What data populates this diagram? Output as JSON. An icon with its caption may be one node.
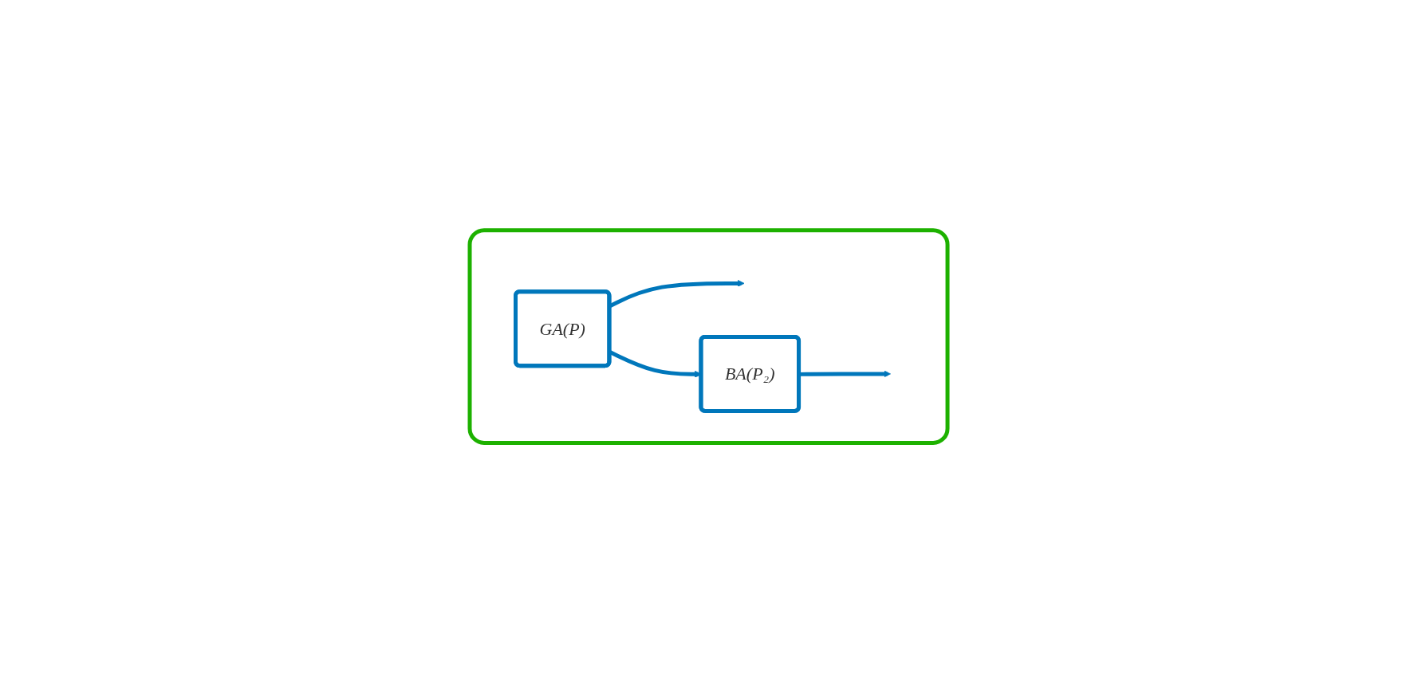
{
  "diagram": {
    "nodes": [
      {
        "text": [],
        "shape": "box"
      },
      {
        "text": [
          "GA(P)"
        ],
        "in": 0
      },
      {
        "text": [
          "BA(P₂)"
        ],
        "in": 0
      }
    ],
    "edges": [
      {
        "from": 1,
        "to": null,
        "arrow": "to"
      },
      {
        "from": 1,
        "to": 2,
        "arrow": "to"
      },
      {
        "from": 2,
        "to": null,
        "arrow": "to"
      }
    ]
  }
}
